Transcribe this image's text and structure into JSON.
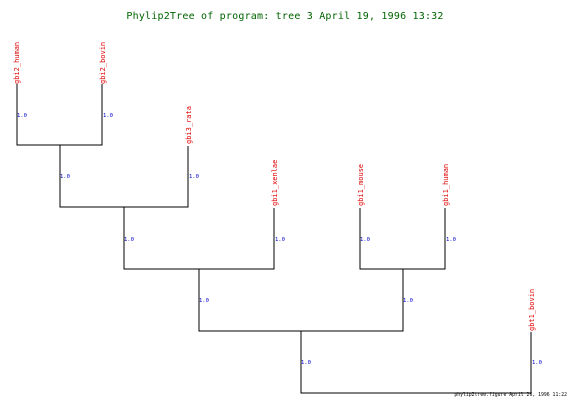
{
  "header": {
    "title": "Phylip2Tree of program:  tree 3  April 19, 1996 13:32"
  },
  "tree": {
    "leaves": [
      "gbi2_human",
      "gbi2_bovin",
      "gbi3_rata",
      "gbi1_xenlae",
      "gbi1_mouse",
      "gbi1_human",
      "gbt1_bovin"
    ],
    "branch_length_label": "1.0"
  },
  "footer": {
    "stamp": "phylip2tree.figure  April 26, 1996 11:22"
  },
  "colors": {
    "title": "#006400",
    "leaf_label": "#e00000",
    "branch_label": "#0000cc",
    "lines": "#000000"
  }
}
